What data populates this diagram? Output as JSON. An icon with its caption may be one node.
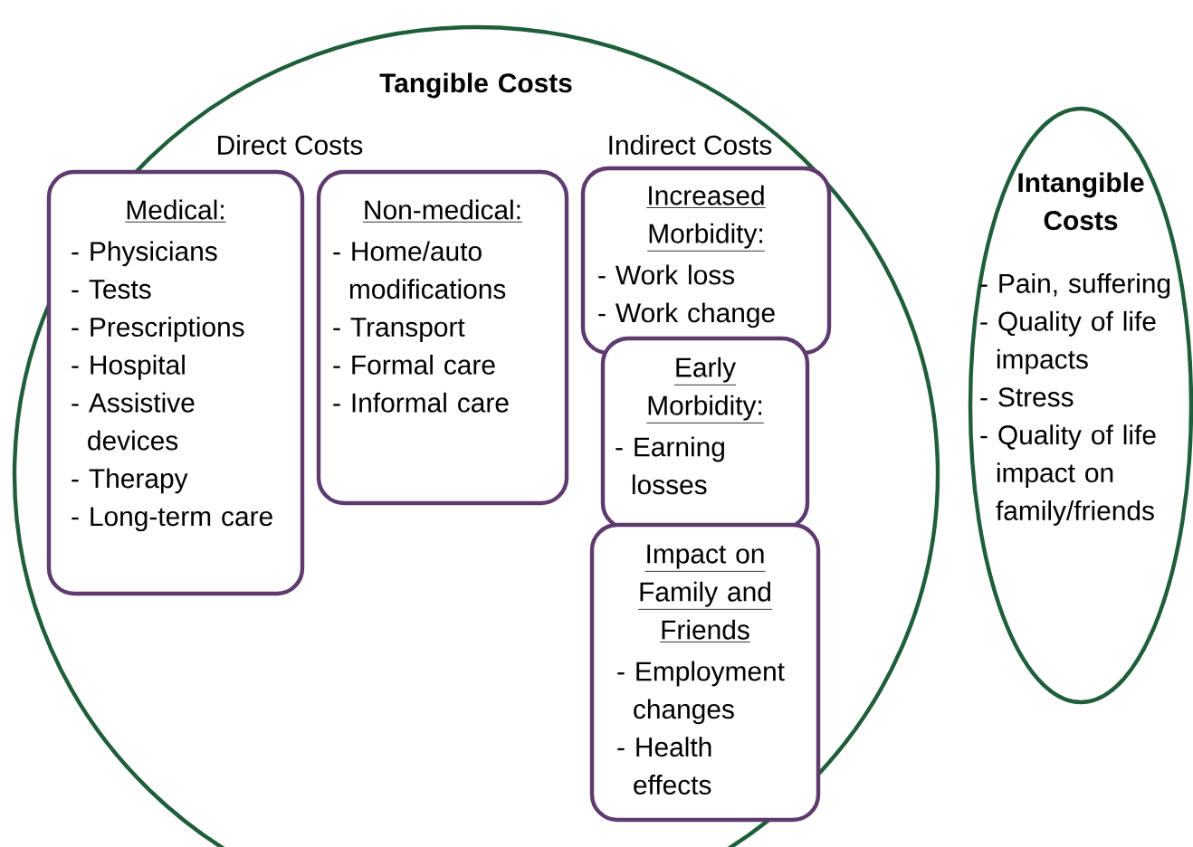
{
  "diagram": {
    "nodes": [
      {
        "text": [
          "Tangible Costs"
        ]
      },
      {
        "text": [
          "Medical:",
          "- Physicians",
          "- Tests",
          "- Prescriptions",
          "- Hospital",
          "- Assistive devices",
          "- Therapy",
          "- Long-term care"
        ],
        "in": 0
      },
      {
        "text": [
          "Non-medical:",
          "- Home/auto modifications",
          "- Transport",
          "- Formal care",
          "- Informal care"
        ],
        "in": 0
      },
      {
        "text": [
          "Increased Morbidity:",
          "- Work loss",
          "- Work change"
        ],
        "in": 0
      },
      {
        "text": [
          "Early Morbidity:",
          "-  Earning losses"
        ],
        "in": 0
      },
      {
        "text": [
          "Impact on Family and Friends",
          "- Employment changes",
          "- Health effects"
        ],
        "in": 0
      },
      {
        "text": [
          "Intangible Costs",
          "- Pain, suffering",
          "- Quality of life impacts",
          "- Stress",
          "- Quality of life impact on family/friends"
        ]
      }
    ],
    "labels": [
      "Direct Costs",
      "Indirect Costs"
    ]
  }
}
